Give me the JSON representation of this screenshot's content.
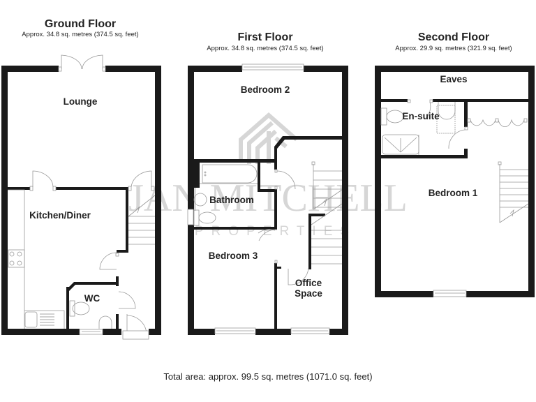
{
  "floors": [
    {
      "id": "ground",
      "title": "Ground Floor",
      "area": "Approx. 34.8 sq. metres (374.5 sq. feet)",
      "rooms": [
        "Lounge",
        "Kitchen/Diner",
        "WC"
      ]
    },
    {
      "id": "first",
      "title": "First Floor",
      "area": "Approx. 34.8 sq. metres (374.5 sq. feet)",
      "rooms": [
        "Bedroom 2",
        "Bathroom",
        "Bedroom 3",
        "Office",
        "Space"
      ]
    },
    {
      "id": "second",
      "title": "Second Floor",
      "area": "Approx. 29.9 sq. metres (321.9 sq. feet)",
      "rooms": [
        "Eaves",
        "En-suite",
        "Bedroom 1"
      ]
    }
  ],
  "watermark": {
    "name": "JAN MITCHELL",
    "sub": "PROPERTIES"
  },
  "total_area": "Total area: approx. 99.5 sq. metres (1071.0 sq. feet)",
  "colors": {
    "wall": "#1a1a1a",
    "fixture_line": "#999999",
    "watermark": "#d6d6d6"
  }
}
